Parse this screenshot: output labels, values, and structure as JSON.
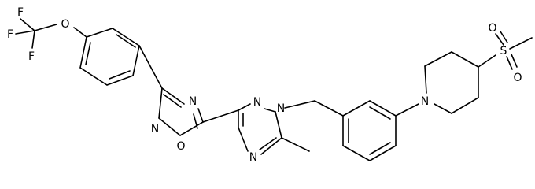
{
  "molecule": {
    "atoms": {
      "F1": "F",
      "F2": "F",
      "F3": "F",
      "O_ether": "O",
      "N_oxd_top": "N",
      "N_oxd_bottom": "N",
      "O_oxd": "O",
      "N_trz_top": "N",
      "N_trz_bottom": "N",
      "N_trz_side": "N",
      "N_pip": "N",
      "S": "S",
      "O_s1": "O",
      "O_s2": "O"
    }
  }
}
